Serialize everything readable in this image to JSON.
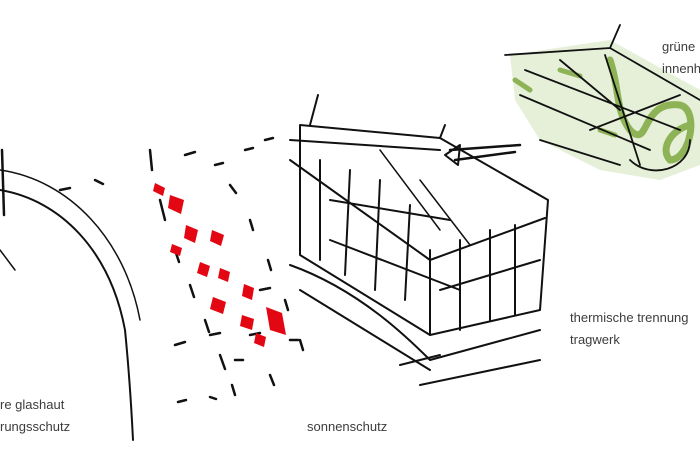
{
  "labels": {
    "glass": {
      "line1": "re glashaut",
      "line2": "rungsschutz"
    },
    "sun": {
      "line1": "sonnenschutz"
    },
    "thermal": {
      "line1": "thermische trennung",
      "line2": "tragwerk"
    },
    "green": {
      "line1": "grüne",
      "line2": "innenh"
    }
  },
  "colors": {
    "ink": "#111111",
    "red": "#e30613",
    "green": "#8db356",
    "green_light": "#e6efd8",
    "text": "#3c3c3c"
  }
}
